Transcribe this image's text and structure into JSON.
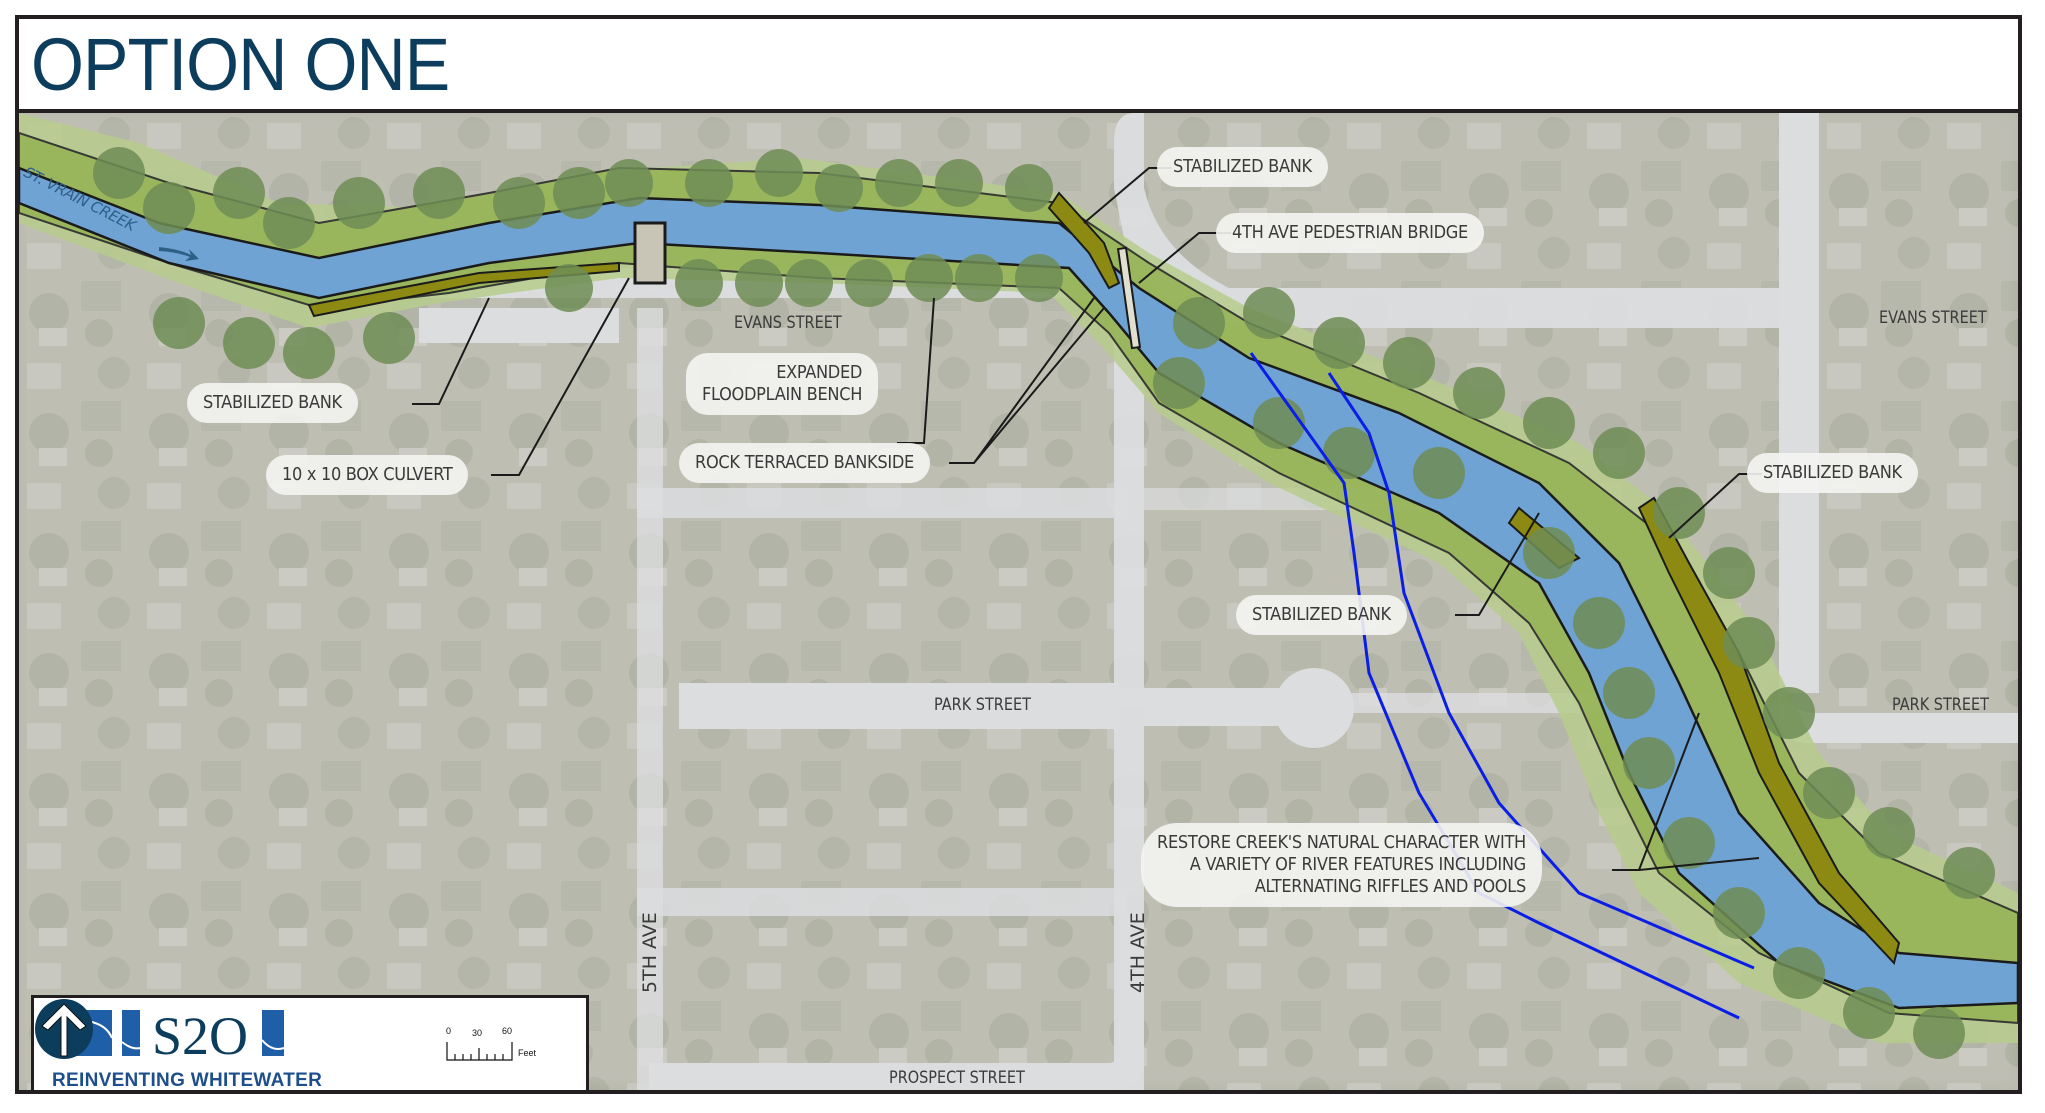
{
  "title": "OPTION ONE",
  "colors": {
    "title": "#0d3d5c",
    "frame": "#231f20",
    "water": "#6fa3d4",
    "floodplain": "#9cb85a",
    "stabilized_bank": "#8c8a12",
    "trees": "#6f8d55",
    "river_features_line": "#0a1ee6",
    "label_pill": "#f4f4f2",
    "street": "#dcdddf"
  },
  "creek": {
    "name": "ST. VRAIN CREEK",
    "flow_arrow": "arrow-right"
  },
  "callouts": [
    {
      "id": "stabilized-bank-top",
      "text": "STABILIZED BANK"
    },
    {
      "id": "pedestrian-bridge",
      "text": "4TH AVE PEDESTRIAN BRIDGE"
    },
    {
      "id": "expanded-floodplain",
      "line1": "EXPANDED",
      "line2": "FLOODPLAIN BENCH"
    },
    {
      "id": "stabilized-bank-left",
      "text": "STABILIZED BANK"
    },
    {
      "id": "rock-terraced",
      "text": "ROCK TERRACED BANKSIDE"
    },
    {
      "id": "box-culvert",
      "text": "10 x 10 BOX CULVERT"
    },
    {
      "id": "stabilized-bank-right",
      "text": "STABILIZED BANK"
    },
    {
      "id": "stabilized-bank-mid",
      "text": "STABILIZED BANK"
    },
    {
      "id": "restore-creek",
      "line1": "RESTORE CREEK'S NATURAL CHARACTER WITH",
      "line2": "A VARIETY OF RIVER FEATURES INCLUDING",
      "line3": "ALTERNATING RIFFLES AND POOLS"
    }
  ],
  "streets": {
    "evans_left": "EVANS STREET",
    "evans_right": "EVANS STREET",
    "park_mid": "PARK STREET",
    "park_right": "PARK STREET",
    "prospect": "PROSPECT STREET",
    "fifth_ave": "5TH AVE",
    "fourth_ave": "4TH AVE"
  },
  "legend": {
    "logo_mark": "S2O",
    "logo_tagline": "REINVENTING WHITEWATER",
    "north_arrow": "north-arrow",
    "scale": {
      "ticks": [
        "0",
        "30",
        "60"
      ],
      "unit": "Feet"
    }
  }
}
